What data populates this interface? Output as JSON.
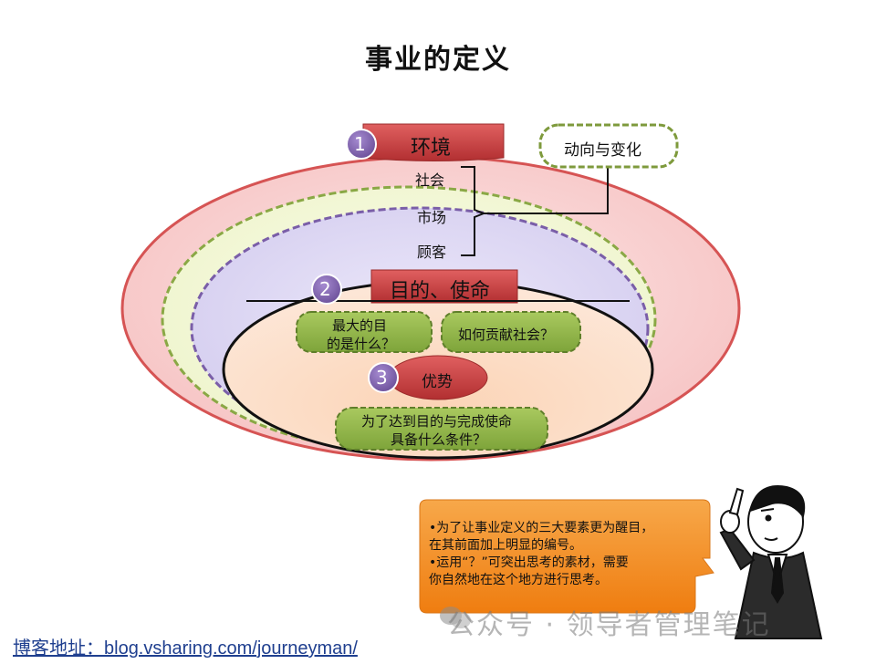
{
  "title": "事业的定义",
  "environment": {
    "number": "1",
    "label": "环境",
    "items": [
      "社会",
      "市场",
      "顾客"
    ],
    "trend_label": "动向与变化"
  },
  "purpose": {
    "number": "2",
    "label": "目的、使命",
    "q1_line1": "最大的目",
    "q1_line2": "的是什么？",
    "q2": "如何贡献社会？"
  },
  "advantage": {
    "number": "3",
    "label": "优势",
    "q_line1": "为了达到目的与完成使命",
    "q_line2": "具备什么条件？"
  },
  "callout": {
    "line1": "•为了让事业定义的三大要素更为醒目，",
    "line2": "在其前面加上明显的编号。",
    "line3": "•运用“？”可突出思考的素材，需要",
    "line4": "你自然地在这个地方进行思考。"
  },
  "footer": "博客地址：blog.vsharing.com/journeyman/",
  "watermark": "公众号 · 领导者管理笔记",
  "colors": {
    "red_band": "#c0393b",
    "ring_red": "#d95a5a",
    "ring_pink": "#f7c9c9",
    "ring_green": "#f3f7d6",
    "ring_purple": "#ded8f2",
    "core_orange": "#f8b98c",
    "green_box": "#8fb34a",
    "number_purple": "#7a5ea8",
    "callout_orange": "#f28c1c"
  }
}
